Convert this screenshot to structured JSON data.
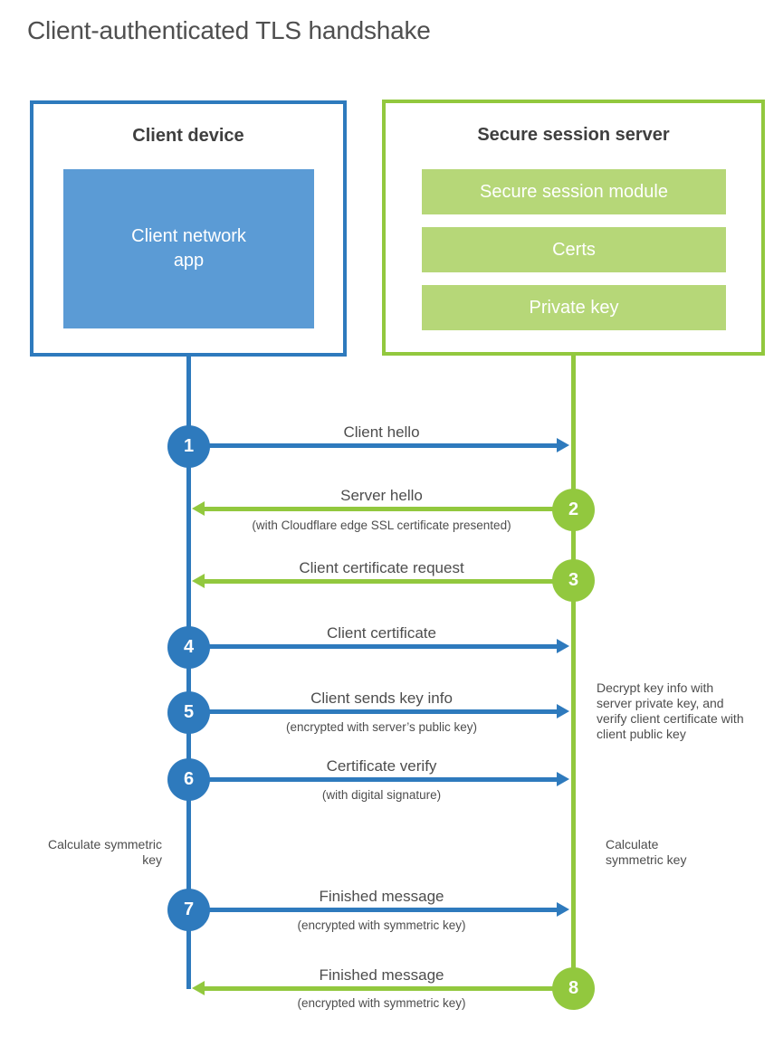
{
  "title": "Client-authenticated TLS handshake",
  "client_box": {
    "title": "Client device",
    "app_label": "Client network app"
  },
  "server_box": {
    "title": "Secure session server",
    "modules": [
      "Secure session module",
      "Certs",
      "Private key"
    ]
  },
  "steps": [
    {
      "num": "1",
      "from": "client",
      "label": "Client hello",
      "sublabel": ""
    },
    {
      "num": "2",
      "from": "server",
      "label": "Server hello",
      "sublabel": "(with Cloudflare edge SSL certificate presented)"
    },
    {
      "num": "3",
      "from": "server",
      "label": "Client certificate request",
      "sublabel": ""
    },
    {
      "num": "4",
      "from": "client",
      "label": "Client certificate",
      "sublabel": ""
    },
    {
      "num": "5",
      "from": "client",
      "label": "Client sends key info",
      "sublabel": "(encrypted with server’s public key)"
    },
    {
      "num": "6",
      "from": "client",
      "label": "Certificate verify",
      "sublabel": "(with digital signature)"
    },
    {
      "num": "7",
      "from": "client",
      "label": "Finished message",
      "sublabel": "(encrypted with symmetric key)"
    },
    {
      "num": "8",
      "from": "server",
      "label": "Finished message",
      "sublabel": "(encrypted with symmetric key)"
    }
  ],
  "notes": {
    "decrypt_note": "Decrypt key info with server private key, and verify client certificate with client public key",
    "calc_left": "Calculate symmetric key",
    "calc_right": "Calculate symmetric key"
  },
  "colors": {
    "blue_stroke": "#2e7abd",
    "blue_fill": "#5b9bd5",
    "green_stroke": "#92c83e",
    "green_fill": "#b6d778",
    "heading_text": "#3f3f3f",
    "label_text": "#4d4d4d",
    "background": "#ffffff"
  }
}
